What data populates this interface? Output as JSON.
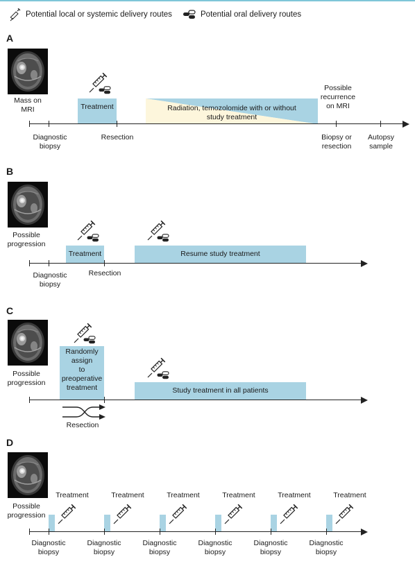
{
  "legend": {
    "syringe_label": "Potential local or systemic delivery routes",
    "pill_label": "Potential oral delivery routes"
  },
  "panels": {
    "a": {
      "letter": "A",
      "mri_label": [
        "Mass on",
        "MRI"
      ],
      "treatment_box": "Treatment",
      "radiation_box": [
        "Radiation, temozolomide with or without",
        "study treatment"
      ],
      "recurrence_label": [
        "Possible",
        "recurrence",
        "on MRI"
      ],
      "diagnostic_biopsy": [
        "Diagnostic",
        "biopsy"
      ],
      "resection": "Resection",
      "biopsy_or_resection": [
        "Biopsy or",
        "resection"
      ],
      "autopsy": [
        "Autopsy",
        "sample"
      ]
    },
    "b": {
      "letter": "B",
      "mri_label": [
        "Possible",
        "progression"
      ],
      "treatment_box": "Treatment",
      "resume_box": "Resume study treatment",
      "diagnostic_biopsy": [
        "Diagnostic",
        "biopsy"
      ],
      "resection": "Resection"
    },
    "c": {
      "letter": "C",
      "mri_label": [
        "Possible",
        "progression"
      ],
      "random_box": [
        "Randomly",
        "assign",
        "to",
        "preoperative",
        "treatment"
      ],
      "study_box": "Study treatment in all patients",
      "resection": "Resection"
    },
    "d": {
      "letter": "D",
      "mri_label": [
        "Possible",
        "progression"
      ],
      "treatment": "Treatment",
      "diagnostic_biopsy": [
        "Diagnostic",
        "biopsy"
      ],
      "cycles": 6
    }
  },
  "colors": {
    "treatment_box": "#a9d3e3",
    "radiation_gradient": "#fdf6dc",
    "axis": "#222222",
    "top_rule": "#7fc6d8"
  }
}
